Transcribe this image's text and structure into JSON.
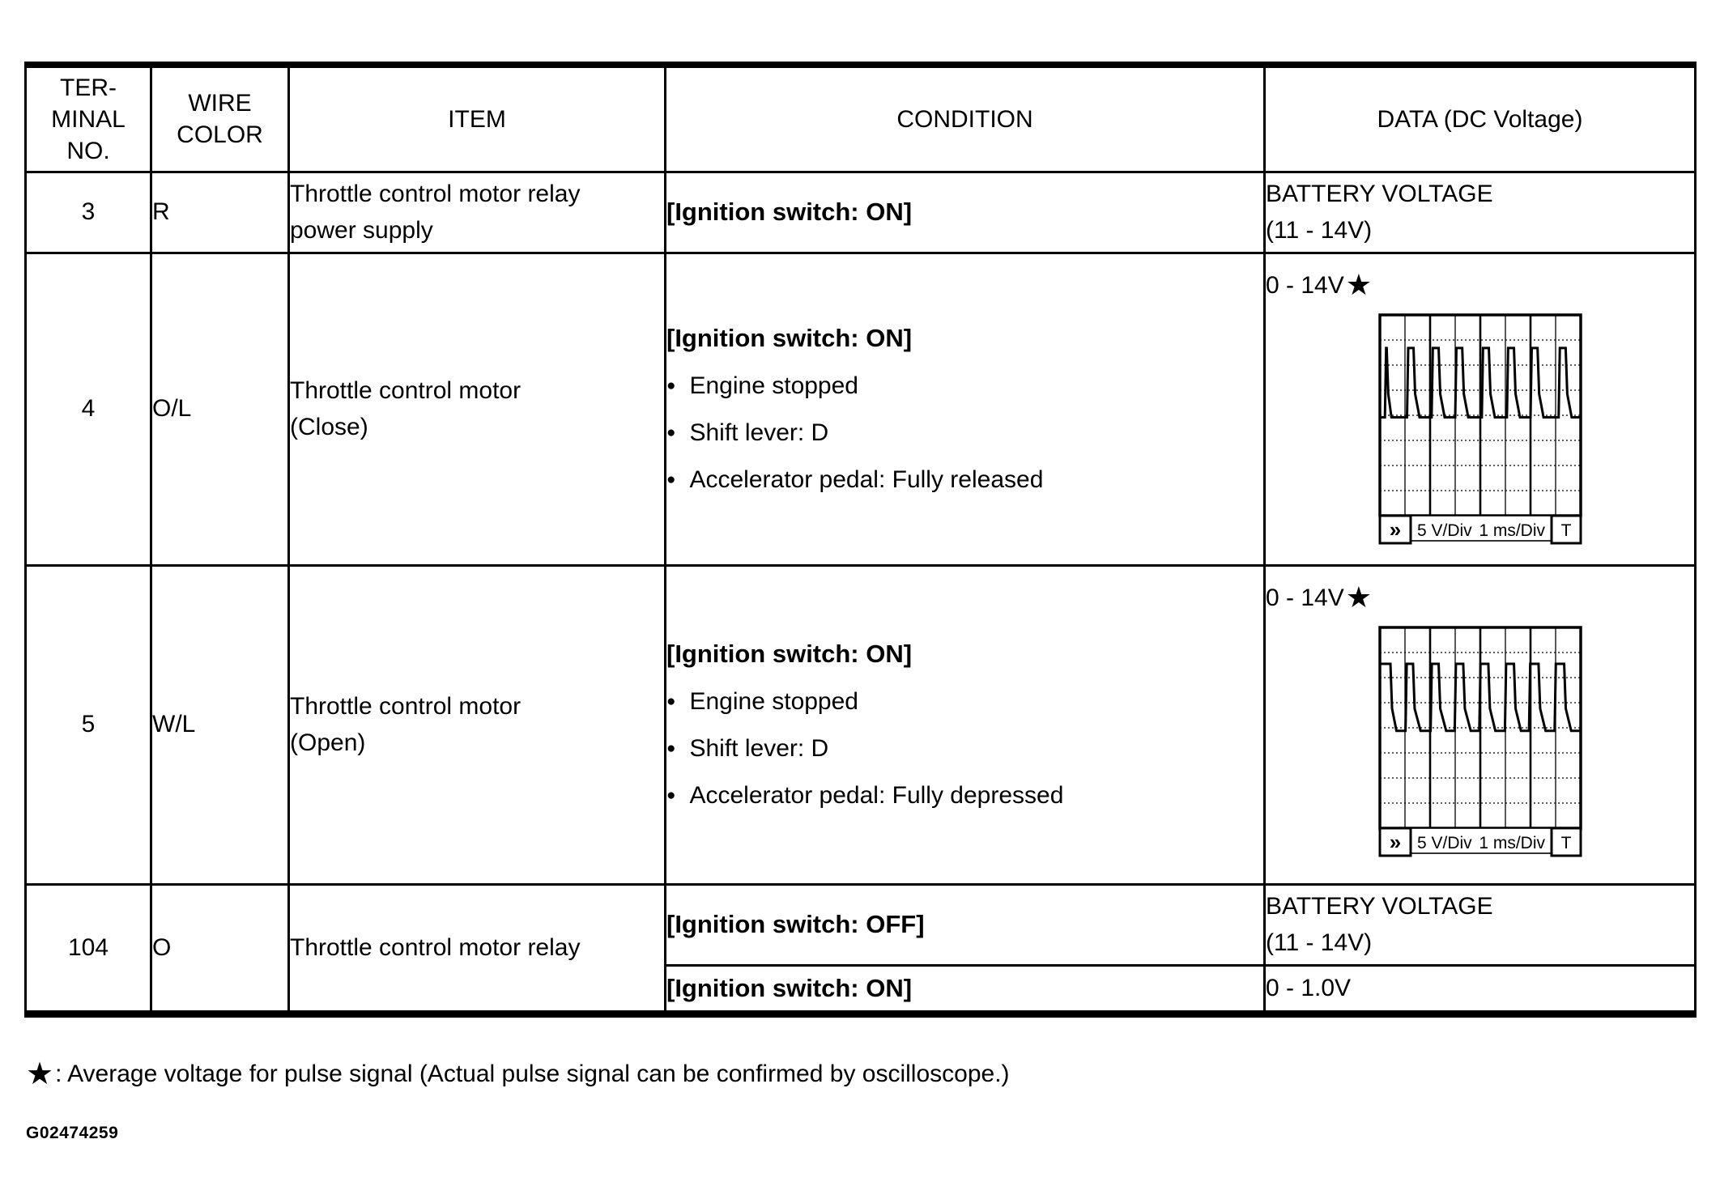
{
  "page": {
    "footnote_star": "★",
    "footnote_text": ": Average voltage for pulse signal (Actual pulse signal can be confirmed by oscilloscope.)",
    "figure_code": "G02474259"
  },
  "table": {
    "headers": {
      "terminal_lines": [
        "TER-",
        "MINAL",
        "NO."
      ],
      "wire_lines": [
        "WIRE",
        "COLOR"
      ],
      "item": "ITEM",
      "condition": "CONDITION",
      "data": "DATA (DC Voltage)"
    },
    "rows": [
      {
        "terminal": "3",
        "wire": "R",
        "item_lines": [
          "Throttle control motor relay",
          "power supply"
        ],
        "condition": {
          "main": "[Ignition switch: ON]",
          "bullets": []
        },
        "data": {
          "lines": [
            "BATTERY VOLTAGE",
            "(11 - 14V)"
          ]
        }
      },
      {
        "terminal": "4",
        "wire": "O/L",
        "item_lines": [
          "Throttle control motor",
          "(Close)"
        ],
        "condition": {
          "main": "[Ignition switch: ON]",
          "bullets": [
            "Engine stopped",
            "Shift lever: D",
            "Accelerator pedal: Fully released"
          ]
        },
        "data": {
          "label": "0 - 14V",
          "star": "★",
          "scope": {
            "volts_per_div": "5 V/Div",
            "time_per_div": "1 ms/Div",
            "marker": "»",
            "trigger": "T",
            "grid_cols": 8,
            "grid_rows": 8,
            "high_div": 1.32,
            "low_div": 4.08,
            "pulses": [
              [
                0.2,
                0.27,
                0.46
              ],
              [
                1.08,
                1.34,
                1.58
              ],
              [
                2.06,
                2.34,
                2.58
              ],
              [
                3.0,
                3.28,
                3.52
              ],
              [
                4.06,
                4.34,
                4.58
              ],
              [
                5.06,
                5.34,
                5.58
              ],
              [
                6.0,
                6.28,
                6.52
              ],
              [
                7.12,
                7.4,
                7.64
              ]
            ]
          }
        }
      },
      {
        "terminal": "5",
        "wire": "W/L",
        "item_lines": [
          "Throttle control motor",
          "(Open)"
        ],
        "condition": {
          "main": "[Ignition switch: ON]",
          "bullets": [
            "Engine stopped",
            "Shift lever: D",
            "Accelerator pedal: Fully depressed"
          ]
        },
        "data": {
          "label": "0 - 14V",
          "star": "★",
          "scope": {
            "volts_per_div": "5 V/Div",
            "time_per_div": "1 ms/Div",
            "marker": "»",
            "trigger": "T",
            "grid_cols": 8,
            "grid_rows": 8,
            "high_div": 1.45,
            "low_div": 4.12,
            "pulses": [
              [
                -0.1,
                0.42,
                0.66
              ],
              [
                1.02,
                1.32,
                1.62
              ],
              [
                2.02,
                2.34,
                2.64
              ],
              [
                2.98,
                3.32,
                3.62
              ],
              [
                3.96,
                4.32,
                4.6
              ],
              [
                4.98,
                5.34,
                5.62
              ],
              [
                5.94,
                6.32,
                6.6
              ],
              [
                6.96,
                7.34,
                7.62
              ]
            ]
          }
        }
      },
      {
        "terminal": "104",
        "wire": "O",
        "item_lines": [
          "Throttle control motor relay"
        ],
        "sub_rows": [
          {
            "condition_main": "[Ignition switch: OFF]",
            "data_lines": [
              "BATTERY VOLTAGE",
              "(11 - 14V)"
            ]
          },
          {
            "condition_main": "[Ignition switch: ON]",
            "data_lines": [
              "0 - 1.0V"
            ]
          }
        ]
      }
    ]
  }
}
